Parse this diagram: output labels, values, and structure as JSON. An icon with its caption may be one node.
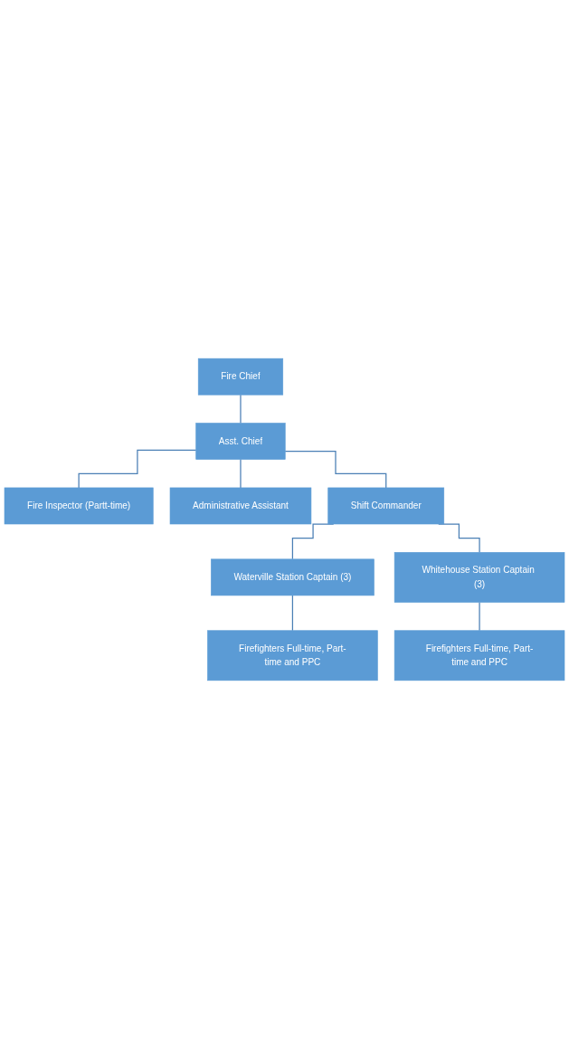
{
  "diagram": {
    "nodes": [
      {
        "text": [
          "Fire Chief"
        ]
      },
      {
        "text": [
          "Asst. Chief"
        ]
      },
      {
        "text": [
          "Fire Inspector (Partt-time)"
        ]
      },
      {
        "text": [
          "Administrative Assistant"
        ]
      },
      {
        "text": [
          "Shift Commander"
        ]
      },
      {
        "text": [
          "Waterville Station Captain (3)"
        ]
      },
      {
        "text": [
          "Whitehouse Station Captain (3)"
        ]
      },
      {
        "text": [
          "Firefighters Full-time, Part-time and PPC"
        ]
      },
      {
        "text": [
          "Firefighters Full-time, Part-time and PPC"
        ]
      }
    ],
    "edges": [
      {
        "from": 0,
        "to": 1,
        "arrow": "none"
      },
      {
        "from": 1,
        "to": 2,
        "arrow": "none"
      },
      {
        "from": 1,
        "to": 3,
        "arrow": "none"
      },
      {
        "from": 1,
        "to": 4,
        "arrow": "none"
      },
      {
        "from": 4,
        "to": 5,
        "arrow": "none"
      },
      {
        "from": 4,
        "to": 6,
        "arrow": "none"
      },
      {
        "from": 5,
        "to": 7,
        "arrow": "none"
      },
      {
        "from": 6,
        "to": 8,
        "arrow": "none"
      }
    ]
  }
}
